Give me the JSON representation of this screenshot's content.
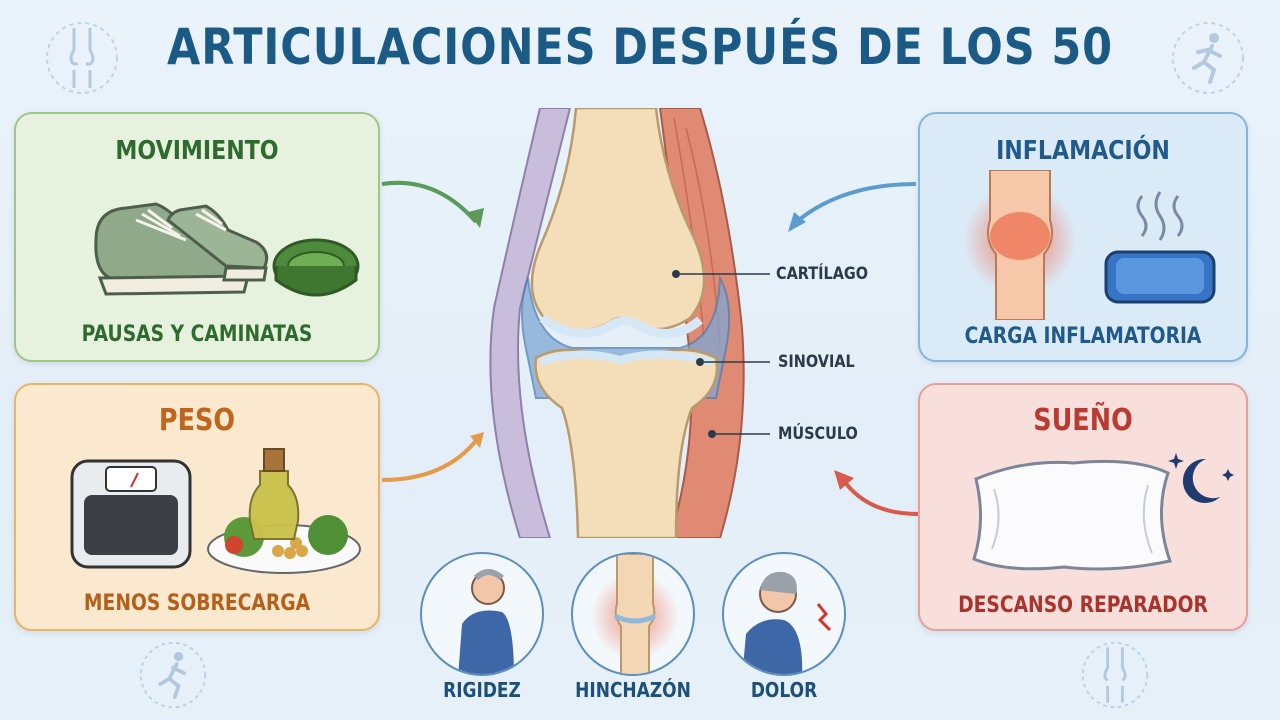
{
  "title": "ARTICULACIONES DESPUÉS DE LOS 50",
  "cards": {
    "movimiento": {
      "heading": "MOVIMIENTO",
      "caption": "PAUSAS Y CAMINATAS",
      "color": "#2f6b2f"
    },
    "peso": {
      "heading": "PESO",
      "caption": "MENOS SOBRECARGA",
      "color": "#c0651c"
    },
    "inflamacion": {
      "heading": "INFLAMACIÓN",
      "caption": "CARGA INFLAMATORIA",
      "color": "#1f5a8a"
    },
    "sueno": {
      "heading": "SUEÑO",
      "caption": "DESCANSO REPARADOR",
      "color": "#b83a30"
    }
  },
  "knee_labels": {
    "cartilago": "CARTÍLAGO",
    "sinovial": "SINOVIAL",
    "musculo": "MÚSCULO"
  },
  "symptoms": [
    {
      "label": "RIGIDEZ"
    },
    {
      "label": "HINCHAZÓN"
    },
    {
      "label": "DOLOR"
    }
  ],
  "icons": [
    "shoes-icon",
    "resistance-band-icon",
    "scale-icon",
    "food-plate-icon",
    "olive-oil-icon",
    "inflamed-knee-icon",
    "ice-pack-icon",
    "pillow-icon",
    "moon-icon",
    "knee-joint-icon",
    "runner-icon"
  ]
}
